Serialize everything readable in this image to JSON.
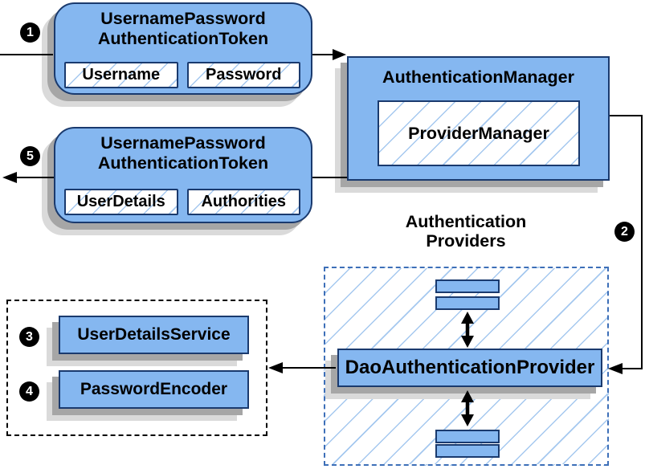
{
  "diagram": {
    "badges": {
      "step1": "1",
      "step2": "2",
      "step3": "3",
      "step4": "4",
      "step5": "5"
    },
    "token_request": {
      "title_line1": "UsernamePassword",
      "title_line2": "AuthenticationToken",
      "fields": [
        "Username",
        "Password"
      ]
    },
    "auth_manager": {
      "title": "AuthenticationManager",
      "inner": "ProviderManager"
    },
    "token_result": {
      "title_line1": "UsernamePassword",
      "title_line2": "AuthenticationToken",
      "fields": [
        "UserDetails",
        "Authorities"
      ]
    },
    "providers_heading": {
      "line1": "Authentication",
      "line2": "Providers"
    },
    "dao_provider_label": "DaoAuthenticationProvider",
    "user_details_service_label": "UserDetailsService",
    "password_encoder_label": "PasswordEncoder",
    "colors": {
      "box_fill": "#85b7f0",
      "box_border": "#1a3a6e",
      "hatch_line": "#a5c8ef",
      "dashed_border": "#3d6fb8",
      "shadow_dark": "#a6a6a6",
      "shadow_light": "#dadada",
      "connector": "#000000"
    }
  }
}
